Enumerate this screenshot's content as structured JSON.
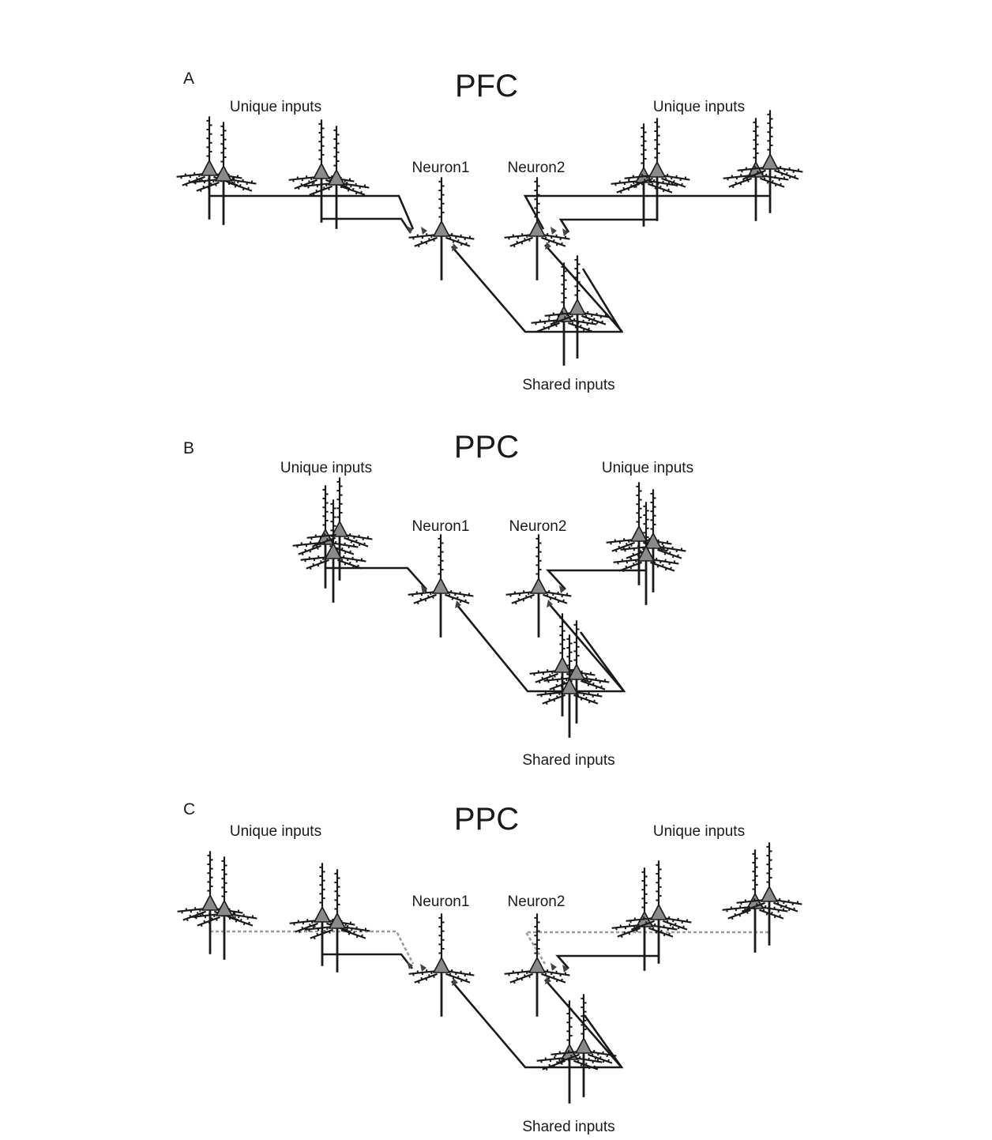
{
  "panels": [
    {
      "letter": "A",
      "region": "PFC",
      "left_inputs_label": "Unique inputs",
      "right_inputs_label": "Unique inputs",
      "neuron1_label": "Neuron1",
      "neuron2_label": "Neuron2",
      "shared_inputs_label": "Shared inputs"
    },
    {
      "letter": "B",
      "region": "PPC",
      "left_inputs_label": "Unique inputs",
      "right_inputs_label": "Unique inputs",
      "neuron1_label": "Neuron1",
      "neuron2_label": "Neuron2",
      "shared_inputs_label": "Shared inputs"
    },
    {
      "letter": "C",
      "region": "PPC",
      "left_inputs_label": "Unique inputs",
      "right_inputs_label": "Unique inputs",
      "neuron1_label": "Neuron1",
      "neuron2_label": "Neuron2",
      "shared_inputs_label": "Shared inputs"
    }
  ],
  "colors": {
    "soma_fill": "#8a8a8a",
    "line": "#1a1a1a",
    "weakened_connection": "#9a9a9a"
  }
}
